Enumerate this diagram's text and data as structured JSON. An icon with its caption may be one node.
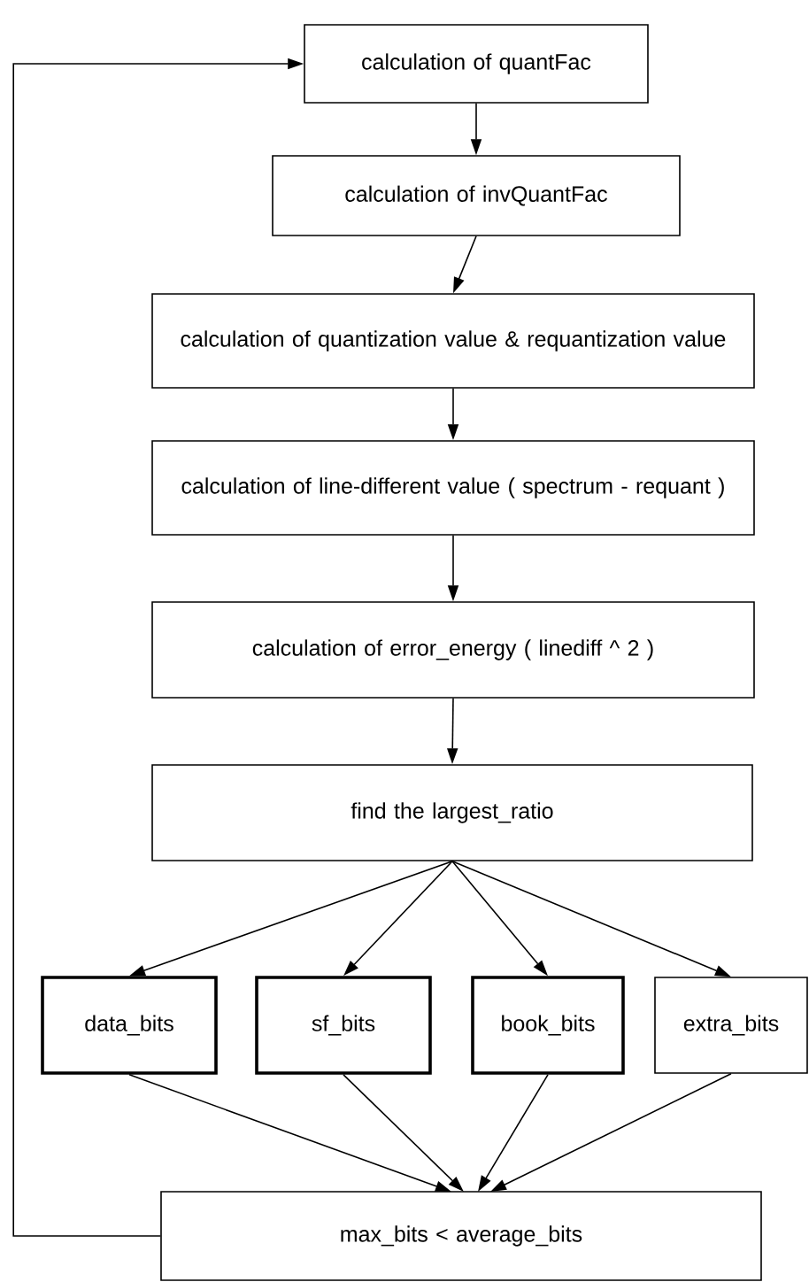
{
  "diagram": {
    "nodes": [
      {
        "text": [
          "calculation of quantFac"
        ]
      },
      {
        "text": [
          "calculation of invQuantFac"
        ]
      },
      {
        "text": [
          "calculation of quantization value & requantization value"
        ]
      },
      {
        "text": [
          "calculation of  line-different value ( spectrum - requant )"
        ]
      },
      {
        "text": [
          "calculation of error_energy ( linediff ^ 2 )"
        ]
      },
      {
        "text": [
          "find the largest_ratio"
        ]
      },
      {
        "text": [
          "data_bits"
        ]
      },
      {
        "text": [
          "sf_bits"
        ]
      },
      {
        "text": [
          "book_bits"
        ]
      },
      {
        "text": [
          "extra_bits"
        ]
      },
      {
        "text": [
          "max_bits <  average_bits"
        ]
      }
    ],
    "edges": [
      {
        "from": 0,
        "to": 1,
        "arrow": "to"
      },
      {
        "from": 1,
        "to": 2,
        "arrow": "to"
      },
      {
        "from": 2,
        "to": 3,
        "arrow": "to"
      },
      {
        "from": 3,
        "to": 4,
        "arrow": "to"
      },
      {
        "from": 4,
        "to": 5,
        "arrow": "to"
      },
      {
        "from": 5,
        "to": 6,
        "arrow": "to"
      },
      {
        "from": 5,
        "to": 7,
        "arrow": "to"
      },
      {
        "from": 5,
        "to": 8,
        "arrow": "to"
      },
      {
        "from": 5,
        "to": 9,
        "arrow": "to"
      },
      {
        "from": 6,
        "to": 10,
        "arrow": "to"
      },
      {
        "from": 7,
        "to": 10,
        "arrow": "to"
      },
      {
        "from": 8,
        "to": 10,
        "arrow": "to"
      },
      {
        "from": 9,
        "to": 10,
        "arrow": "to"
      },
      {
        "from": 10,
        "to": 0,
        "arrow": "to"
      }
    ]
  }
}
